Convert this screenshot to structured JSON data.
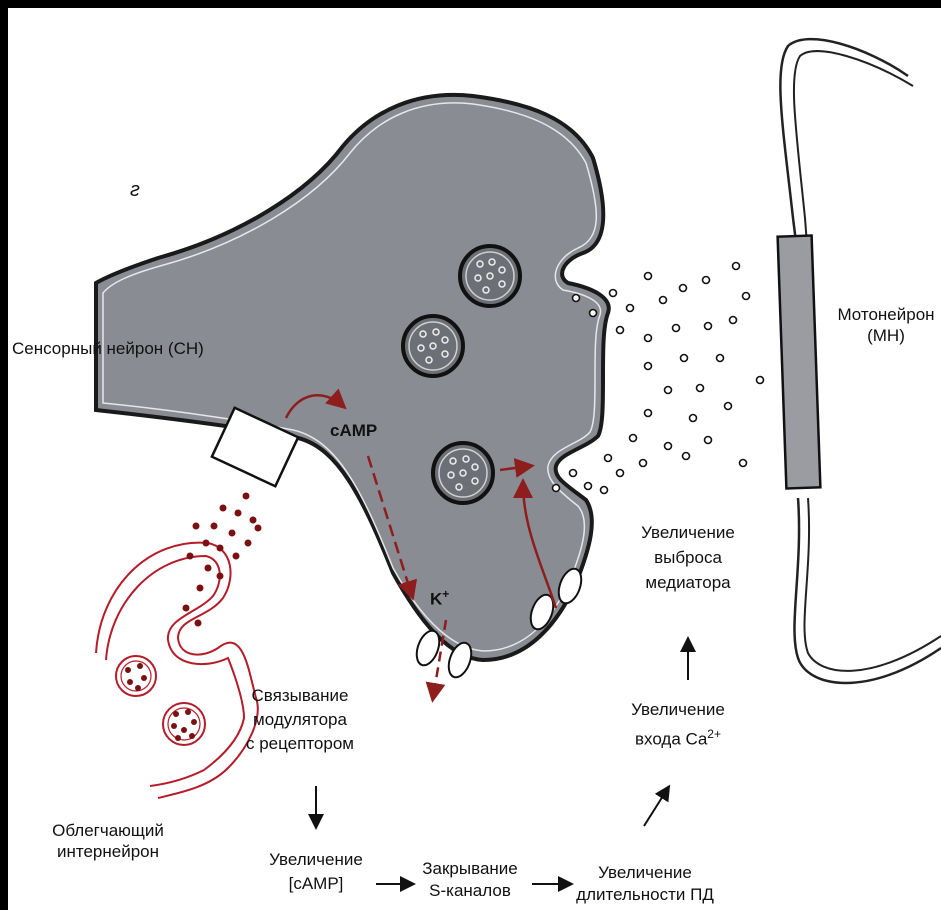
{
  "panel_letter": "г",
  "labels": {
    "sensory_neuron": "Сенсорный нейрон (СН)",
    "motor_neuron_line1": "Мотонейрон",
    "motor_neuron_line2": "(МН)",
    "camp": "cAMP",
    "k_ion": "K",
    "k_sup": "+",
    "interneuron_line1": "Облегчающий",
    "interneuron_line2": "интернейрон"
  },
  "flow": {
    "binding_line1": "Связывание",
    "binding_line2": "модулятора",
    "binding_line3": "с рецептором",
    "camp_up_line1": "Увеличение",
    "camp_up_line2": "[cAMP]",
    "closing_line1": "Закрывание",
    "closing_line2": "S-каналов",
    "ap_line1": "Увеличение",
    "ap_line2": "длительности ПД",
    "ca_line1": "Увеличение",
    "ca_line2": "входа",
    "ca_ion": "Ca",
    "ca_sup": "2+",
    "release_line1": "Увеличение",
    "release_line2": "выброса",
    "release_line3": "медиатора"
  },
  "colors": {
    "background": "#000000",
    "paper": "#ffffff",
    "neuron_fill": "#8a8c93",
    "outline": "#1a1a1a",
    "interneuron": "#b51c2a",
    "arrow_red": "#8e1e1e"
  }
}
